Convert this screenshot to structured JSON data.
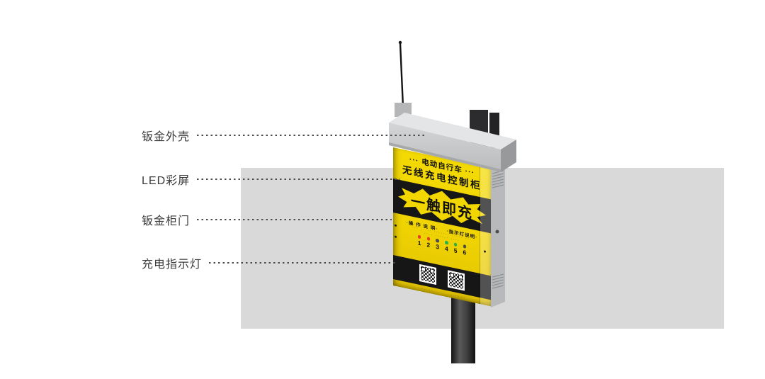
{
  "callouts": [
    {
      "label": "钣金外壳"
    },
    {
      "label": "LED彩屏"
    },
    {
      "label": "钣金柜门"
    },
    {
      "label": "充电指示灯"
    }
  ],
  "device": {
    "header_line1": "··· 电动自行车 ···",
    "header_line2": "无线充电控制柜",
    "slogan": "一触即充",
    "instructions_left": "·操 作 说 明·",
    "instructions_right": "·指示灯说明·",
    "fine_print_1": "··· ····· ······· ····· ···",
    "fine_print_2": "···· ······ ····",
    "indicator_numbers": [
      "1",
      "2",
      "3",
      "4",
      "5",
      "6"
    ],
    "led_colors": [
      "#e8392e",
      "#e8392e",
      "#4a4a4a",
      "#27b24a",
      "#27b24a",
      "#4a4a4a"
    ],
    "qr_caption_1": "········",
    "qr_caption_2": "········",
    "colors": {
      "body_yellow": "#f0d400",
      "band_black": "#161616",
      "cap_gray": "#c9cbcd",
      "backdrop_gray": "#d9d9d9",
      "pole_dark": "#2a2a2a",
      "led_red": "#e8392e",
      "led_green": "#27b24a"
    }
  }
}
